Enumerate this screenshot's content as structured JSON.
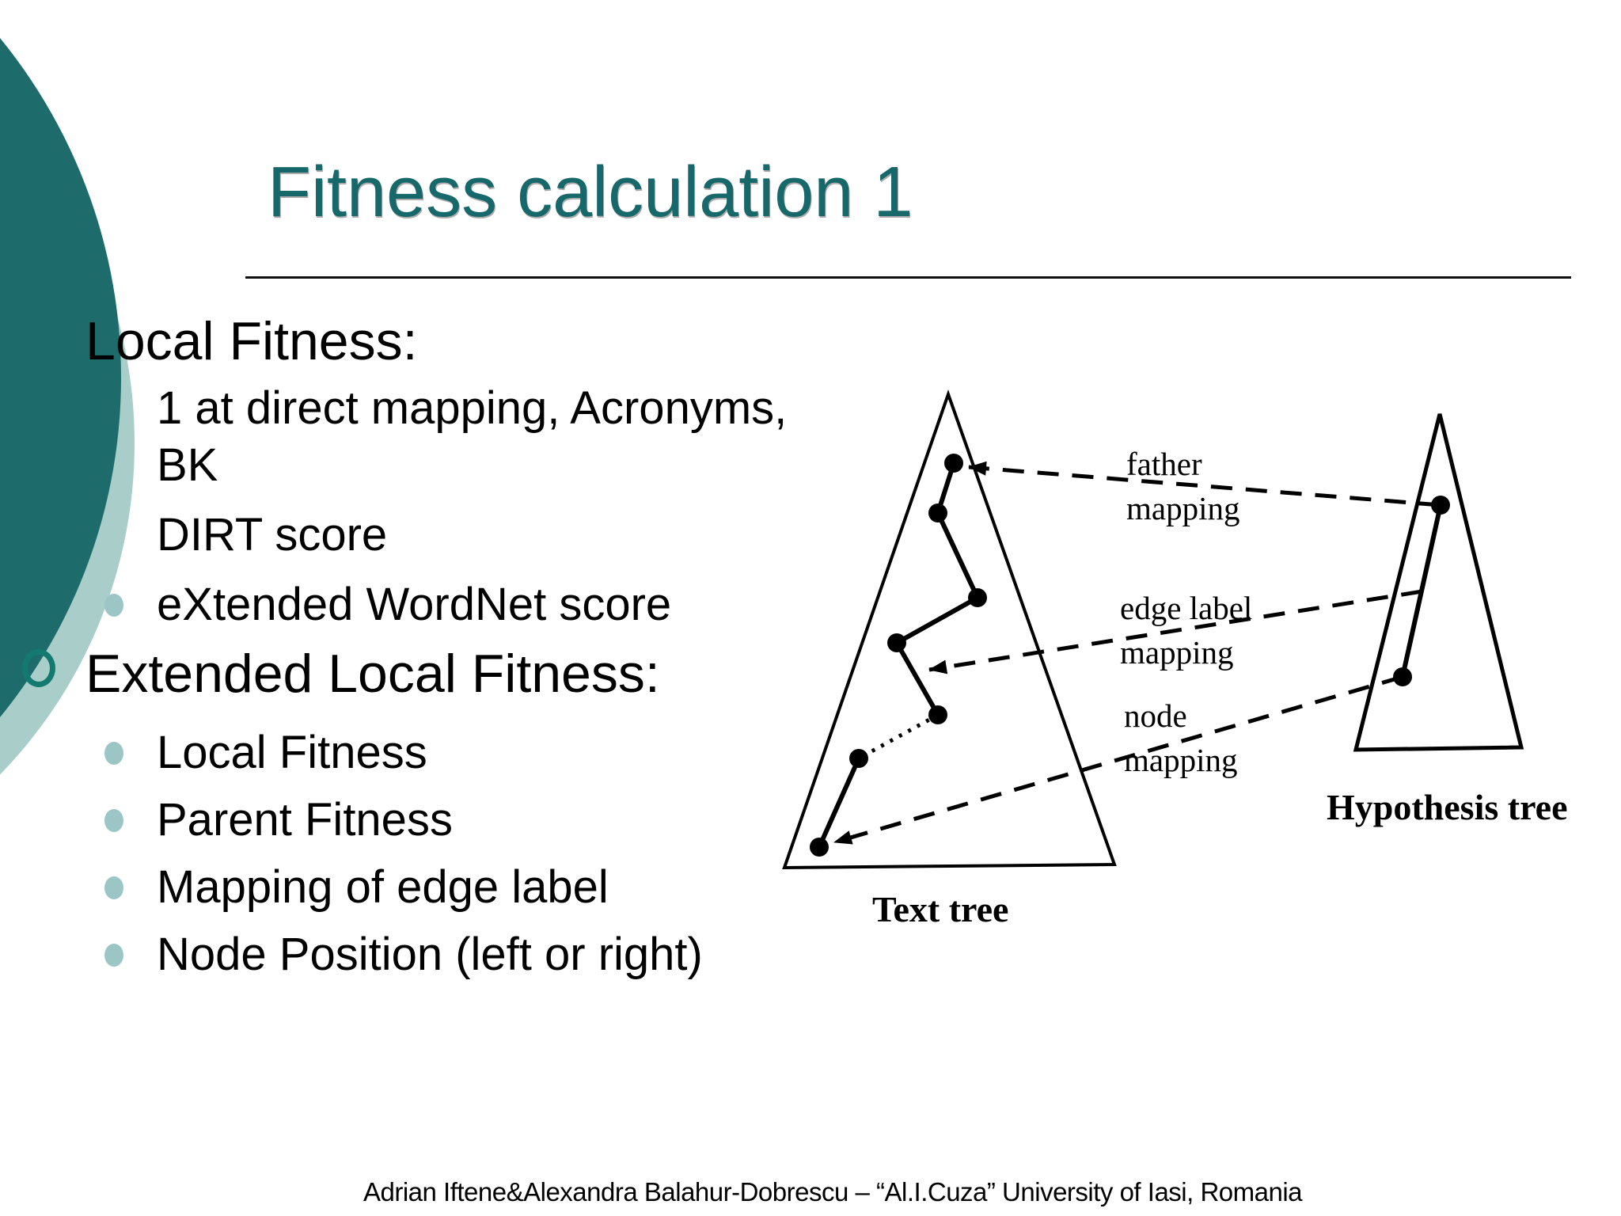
{
  "slide": {
    "title": "Fitness calculation 1",
    "footer": "Adrian Iftene&Alexandra Balahur-Dobrescu – “Al.I.Cuza” University of Iasi, Romania"
  },
  "colors": {
    "accent_teal": "#17686b",
    "circle_dark": "#1e6b6b",
    "circle_light": "#a9cdc9",
    "bullet_fill": "#9cc6c6",
    "bullet_ring": "#127a6e",
    "text": "#000000"
  },
  "bullets": [
    {
      "level": 1,
      "text": "Local Fitness:"
    },
    {
      "level": 2,
      "text": "1 at direct mapping, Acronyms, BK"
    },
    {
      "level": 2,
      "text": "DIRT score"
    },
    {
      "level": 2,
      "text": "eXtended WordNet score"
    },
    {
      "level": 1,
      "text": "Extended Local Fitness:"
    },
    {
      "level": 2,
      "text": "Local Fitness"
    },
    {
      "level": 2,
      "text": "Parent Fitness"
    },
    {
      "level": 2,
      "text": "Mapping of edge label"
    },
    {
      "level": 2,
      "text": "Node Position (left or right)"
    }
  ],
  "diagram": {
    "mapping_labels": {
      "father_line1": "father",
      "father_line2": "mapping",
      "edge_line1": "edge label",
      "edge_line2": "mapping",
      "node_line1": "node",
      "node_line2": "mapping"
    },
    "tree_labels": {
      "text_tree": "Text tree",
      "hypothesis_tree": "Hypothesis tree"
    }
  }
}
